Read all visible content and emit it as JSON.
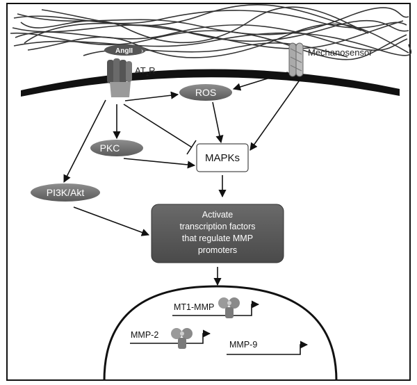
{
  "diagram": {
    "ligand": "AngII",
    "receptor": "AT",
    "receptor_subscript": "1",
    "receptor_suffix": "R",
    "mechanosensor": "Mechanosensor",
    "ros": "ROS",
    "pkc": "PKC",
    "mapks": "MAPKs",
    "pi3k": "PI3K/Akt",
    "tf_lines": [
      "Activate",
      "transcription factors",
      "that regulate MMP",
      "promoters"
    ],
    "genes": [
      "MT1-MMP",
      "MMP-2",
      "MMP-9"
    ]
  }
}
